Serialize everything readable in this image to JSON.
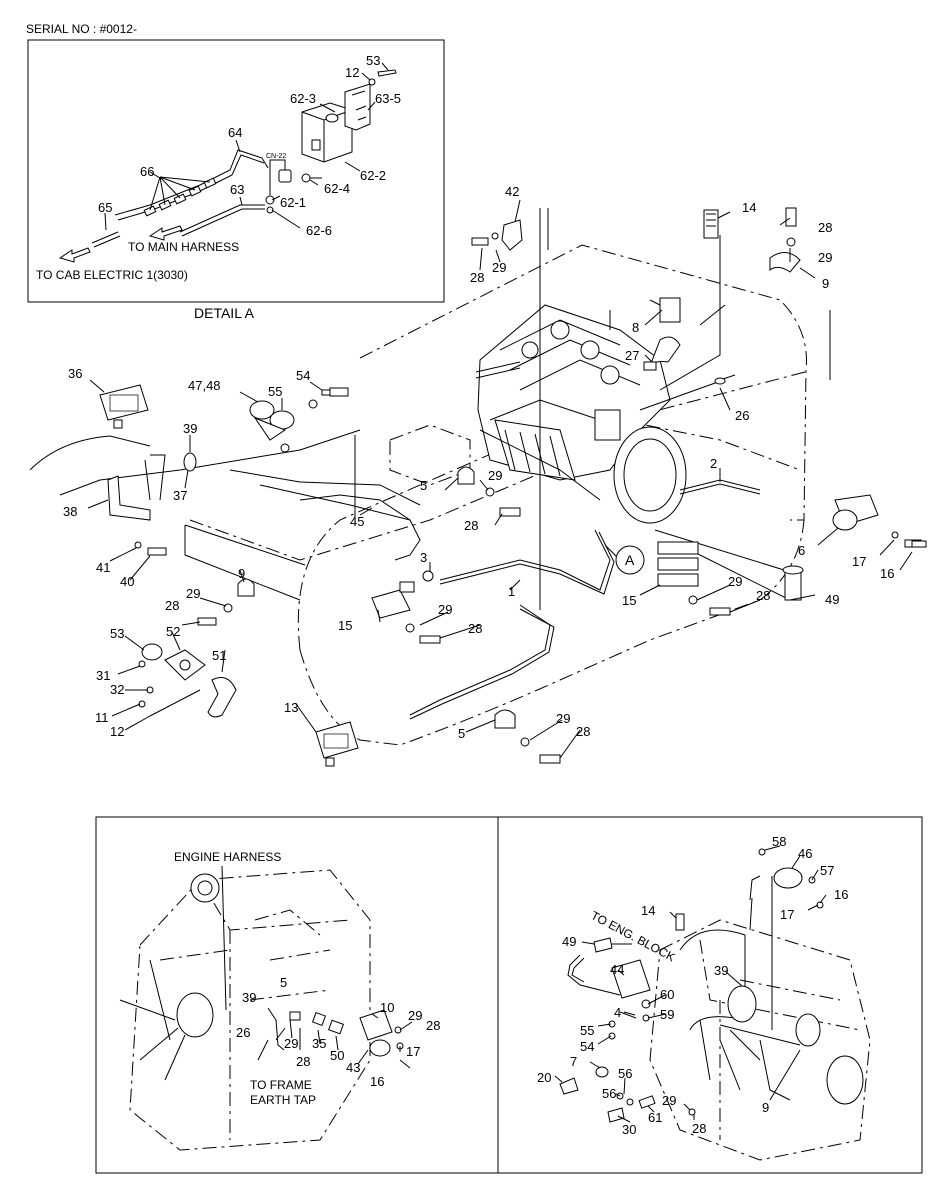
{
  "header": {
    "serial": "SERIAL NO : #0012-"
  },
  "detail_a": {
    "caption": "DETAIL A",
    "to_main_harness": "TO MAIN HARNESS",
    "to_cab_electric": "TO CAB ELECTRIC 1(3030)",
    "connector": "CN-22",
    "labels": [
      "53",
      "12",
      "62-3",
      "63-5",
      "64",
      "62-2",
      "62-4",
      "66",
      "62-1",
      "63",
      "65",
      "62-6"
    ]
  },
  "main": {
    "callout": "A",
    "labels": [
      "42",
      "14",
      "28",
      "29",
      "9",
      "28",
      "29",
      "8",
      "27",
      "26",
      "36",
      "47,48",
      "55",
      "54",
      "39",
      "37",
      "38",
      "41",
      "40",
      "5",
      "29",
      "2",
      "28",
      "45",
      "3",
      "1",
      "15",
      "6",
      "17",
      "16",
      "29",
      "28",
      "49",
      "9",
      "29",
      "28",
      "15",
      "29",
      "28",
      "53",
      "52",
      "51",
      "31",
      "32",
      "11",
      "12",
      "13",
      "5",
      "29",
      "28"
    ]
  },
  "panel_left": {
    "engine_harness": "ENGINE HARNESS",
    "to_frame_1": "TO FRAME",
    "to_frame_2": "EARTH TAP",
    "labels": [
      "5",
      "39",
      "26",
      "29",
      "28",
      "35",
      "50",
      "10",
      "29",
      "28",
      "43",
      "17",
      "16"
    ]
  },
  "panel_right": {
    "to_eng_block": "TO ENG. BLOCK",
    "labels": [
      "58",
      "46",
      "57",
      "16",
      "17",
      "14",
      "49",
      "44",
      "39",
      "60",
      "4",
      "59",
      "55",
      "54",
      "7",
      "20",
      "56",
      "56",
      "61",
      "29",
      "30",
      "28",
      "9"
    ]
  }
}
